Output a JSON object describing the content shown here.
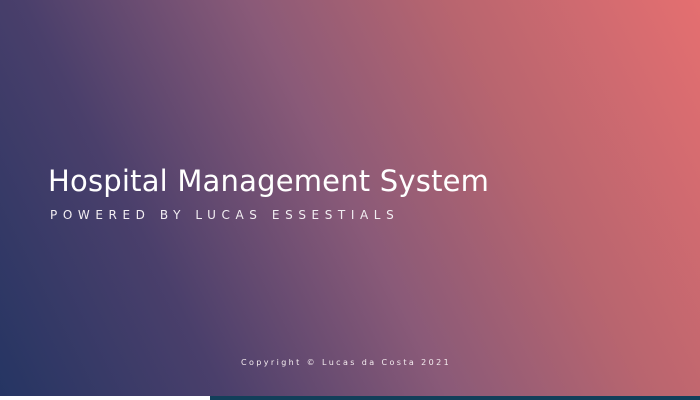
{
  "app": {
    "title": "Hospital Management System",
    "subtitle": "POWERED BY LUCAS ESSESTIALS",
    "copyright": "Copyright © Lucas da Costa 2021"
  },
  "loading": {
    "progress": 0.3
  },
  "colors": {
    "gradient_start": "#253563",
    "gradient_end": "#e56f70",
    "progress_track": "#123f5a",
    "progress_fill": "#ffffff",
    "text": "#ffffff"
  }
}
